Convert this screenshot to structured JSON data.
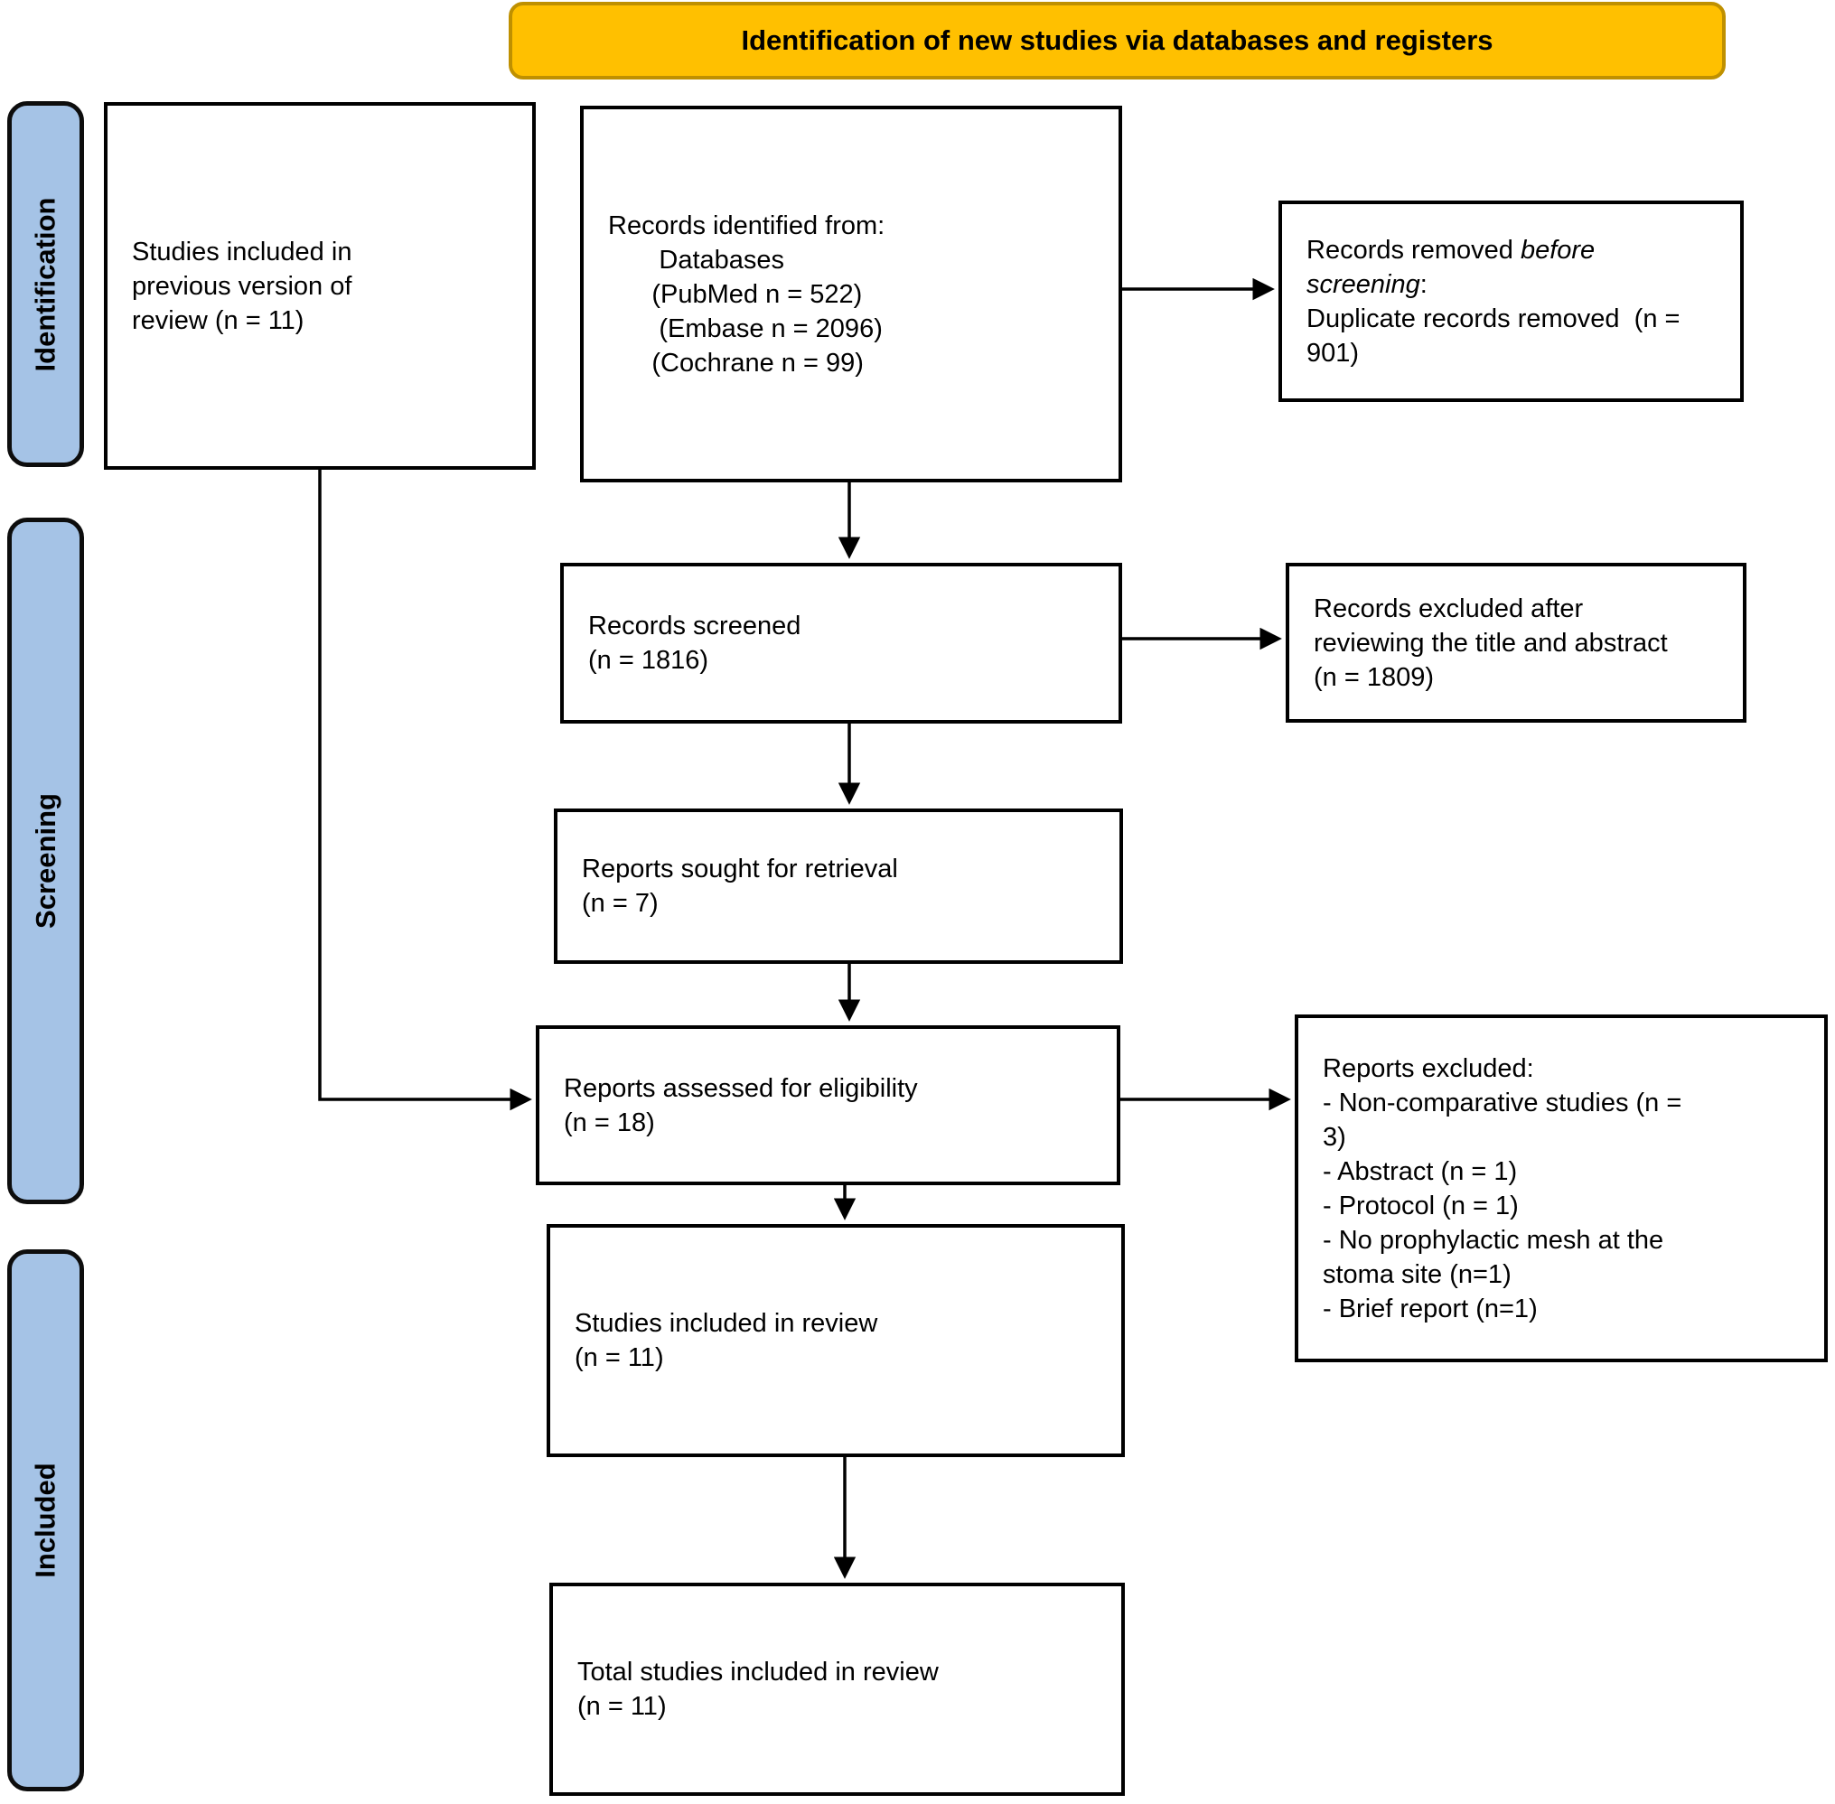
{
  "banner": {
    "label": "Identification of new studies via databases and registers",
    "fill": "#FFC000",
    "border_color": "#BF9000"
  },
  "sidebar": {
    "fill": "#A5C3E6",
    "items": [
      {
        "label": "Identification"
      },
      {
        "label": "Screening"
      },
      {
        "label": "Included"
      }
    ]
  },
  "boxes": [
    {
      "id": "prev-studies",
      "lines": [
        "Studies included in",
        "previous version of",
        "review (n = 11)"
      ]
    },
    {
      "id": "records-identified",
      "lines": [
        "Records identified from:",
        "       Databases",
        "      (PubMed n = 522)",
        "       (Embase n = 2096)",
        "      (Cochrane n = 99)"
      ]
    },
    {
      "id": "records-removed",
      "lines": [
        [
          {
            "t": "Records removed "
          },
          {
            "t": "before",
            "i": true
          }
        ],
        [
          {
            "t": "screening",
            "i": true
          },
          {
            "t": ":"
          }
        ],
        "Duplicate records removed  (n =",
        "901)"
      ]
    },
    {
      "id": "records-screened",
      "lines": [
        "Records screened",
        "(n = 1816)"
      ]
    },
    {
      "id": "records-excluded",
      "lines": [
        "Records excluded after",
        "reviewing the title and abstract",
        "(n = 1809)"
      ]
    },
    {
      "id": "reports-sought",
      "lines": [
        "Reports sought for retrieval",
        "(n = 7)"
      ]
    },
    {
      "id": "reports-assessed",
      "lines": [
        "Reports assessed for eligibility",
        "(n = 18)"
      ]
    },
    {
      "id": "reports-excluded",
      "lines": [
        "Reports excluded:",
        "- Non-comparative studies (n =",
        "3)",
        "- Abstract (n = 1)",
        "- Protocol (n = 1)",
        "- No prophylactic mesh at the",
        "stoma site (n=1)",
        "- Brief report (n=1)"
      ]
    },
    {
      "id": "studies-included",
      "lines": [
        "Studies included in review",
        "(n = 11)"
      ]
    },
    {
      "id": "total-studies",
      "lines": [
        "Total studies included in review",
        "(n = 11)"
      ]
    }
  ]
}
